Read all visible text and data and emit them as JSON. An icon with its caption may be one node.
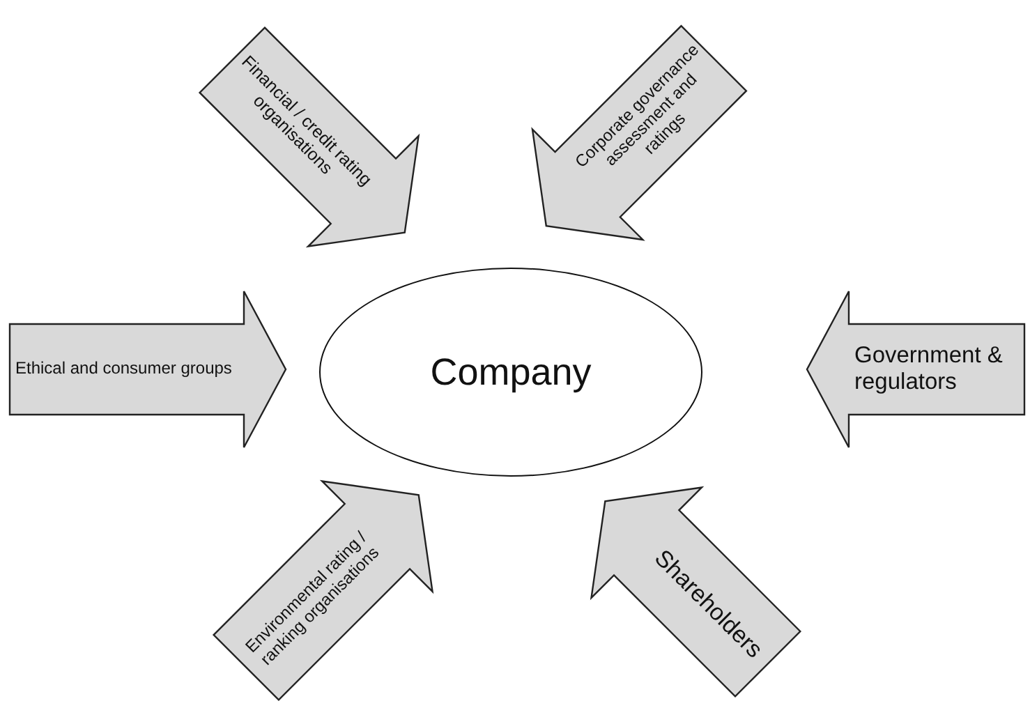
{
  "diagram": {
    "nodes": [
      {
        "text": [
          "Company"
        ]
      },
      {
        "text": [
          "Financial / credit rating organisations"
        ]
      },
      {
        "text": [
          "Corporate governance assessment and ratings"
        ]
      },
      {
        "text": [
          "Ethical and consumer groups"
        ]
      },
      {
        "text": [
          "Government & regulators"
        ]
      },
      {
        "text": [
          "Environmental rating / ranking organisations"
        ]
      },
      {
        "text": [
          "Shareholders"
        ]
      }
    ]
  }
}
